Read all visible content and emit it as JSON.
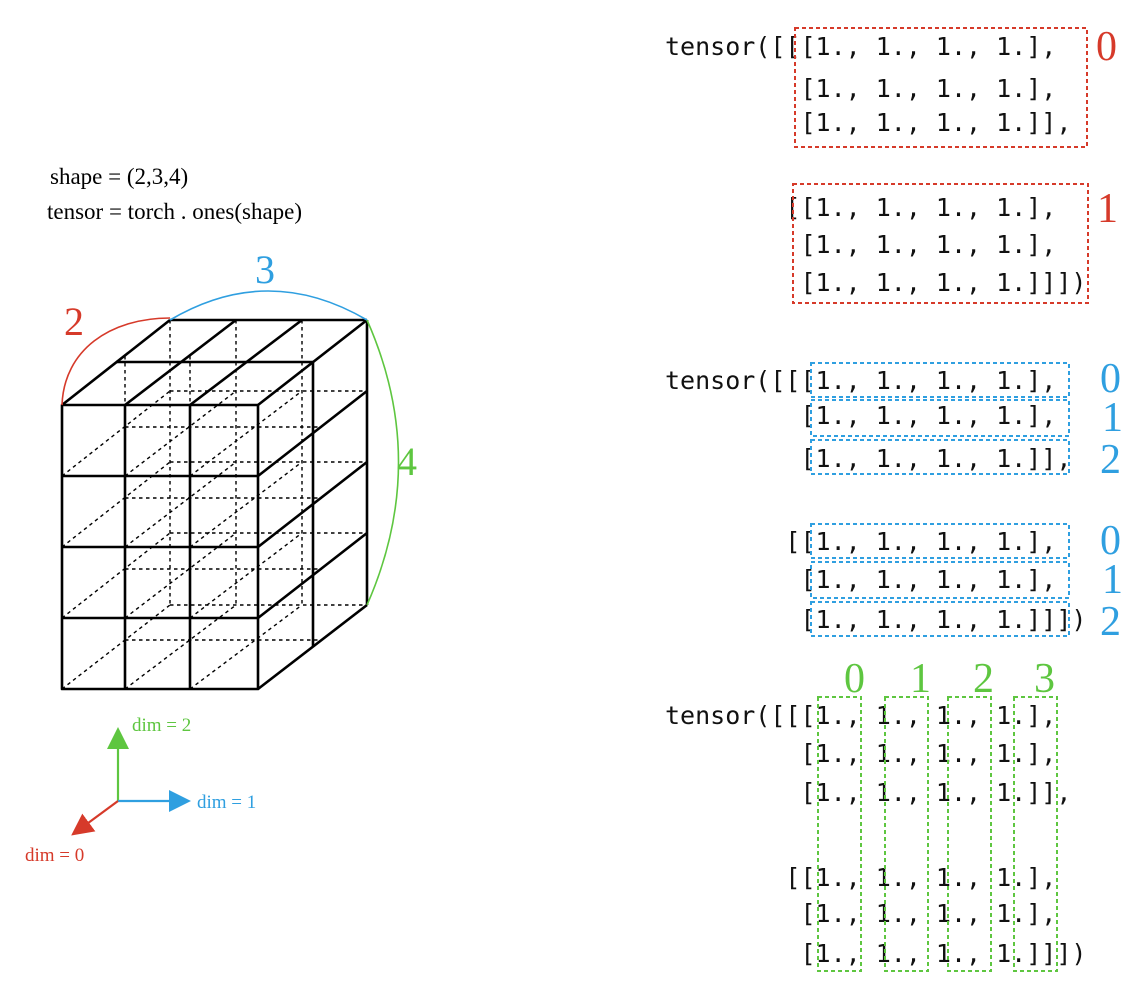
{
  "code": {
    "shape_line": "shape = (2,3,4)",
    "tensor_line": "tensor = torch . ones(shape)"
  },
  "cube": {
    "dims": [
      {
        "label": "2",
        "color": "#d63a2a"
      },
      {
        "label": "3",
        "color": "#2f9fe0"
      },
      {
        "label": "4",
        "color": "#5ec640"
      }
    ]
  },
  "axes": {
    "x_label": "dim = 1",
    "y_label": "dim = 2",
    "z_label": "dim = 0"
  },
  "printouts": [
    {
      "lines": [
        "tensor([[[1., 1., 1., 1.],",
        "         [1., 1., 1., 1.],",
        "         [1., 1., 1., 1.]],",
        "",
        "        [[1., 1., 1., 1.],",
        "         [1., 1., 1., 1.],",
        "         [1., 1., 1., 1.]]])"
      ],
      "index_labels": [
        "0",
        "1"
      ]
    },
    {
      "lines": [
        "tensor([[[1., 1., 1., 1.],",
        "         [1., 1., 1., 1.],",
        "         [1., 1., 1., 1.]],",
        "",
        "        [[1., 1., 1., 1.],",
        "         [1., 1., 1., 1.],",
        "         [1., 1., 1., 1.]]])"
      ],
      "index_labels": [
        "0",
        "1",
        "2",
        "0",
        "1",
        "2"
      ]
    },
    {
      "lines": [
        "tensor([[[1., 1., 1., 1.],",
        "         [1., 1., 1., 1.],",
        "         [1., 1., 1., 1.]],",
        "",
        "        [[1., 1., 1., 1.],",
        "         [1., 1., 1., 1.],",
        "         [1., 1., 1., 1.]]])"
      ],
      "index_labels": [
        "0",
        "1",
        "2",
        "3"
      ]
    }
  ]
}
